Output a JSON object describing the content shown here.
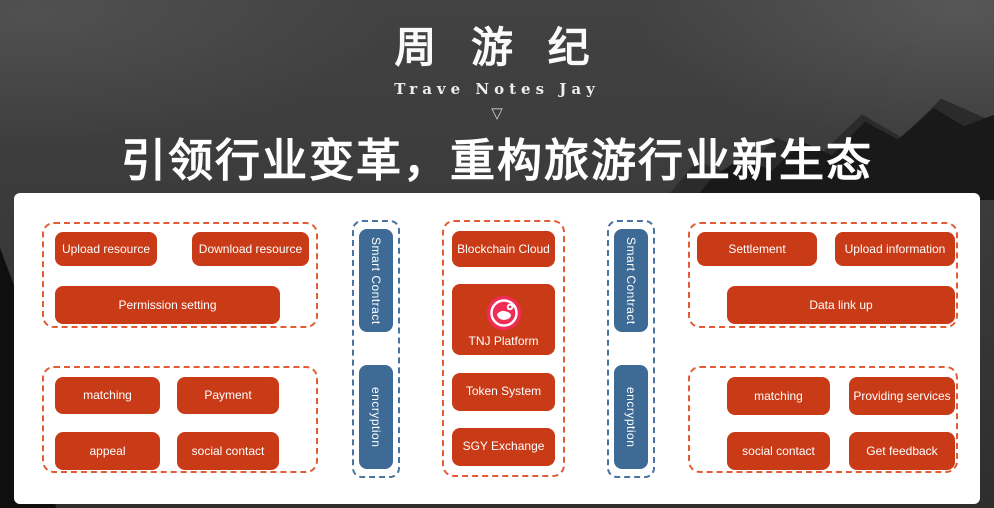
{
  "hero": {
    "title": "周 游 纪",
    "subtitle": "Trave Notes Jay",
    "down_arrow": "▽",
    "tagline": "引领行业变革，重构旅游行业新生态"
  },
  "colors": {
    "page_background": "#3a3a3a",
    "panel_background": "#ffffff",
    "node_orange": "#c93a17",
    "group_border_orange": "#e25b33",
    "node_blue": "#3e6a96",
    "group_border_blue": "#4a74a0",
    "icon_pink": "#ee2d55",
    "node_text": "#ffffff"
  },
  "diagram": {
    "supplier_top": {
      "buttons": [
        "Upload resource",
        "Download resource"
      ],
      "wide_button": "Permission setting"
    },
    "supplier_bottom": {
      "buttons": [
        "matching",
        "Payment",
        "appeal",
        "social contact"
      ]
    },
    "left_pipe": {
      "top": "Smart Contract",
      "bottom": "encryption"
    },
    "core": {
      "cloud": "Blockchain Cloud",
      "platform": "TNJ Platform",
      "platform_icon": "tnj-globe-pin-icon",
      "token": "Token System",
      "exchange": "SGY Exchange"
    },
    "right_pipe": {
      "top": "Smart Contract",
      "bottom": "encryption"
    },
    "consumer_top": {
      "buttons": [
        "Settlement",
        "Upload information"
      ],
      "wide_button": "Data link up"
    },
    "consumer_bottom": {
      "buttons": [
        "matching",
        "Providing services",
        "social contact",
        "Get feedback"
      ]
    }
  }
}
